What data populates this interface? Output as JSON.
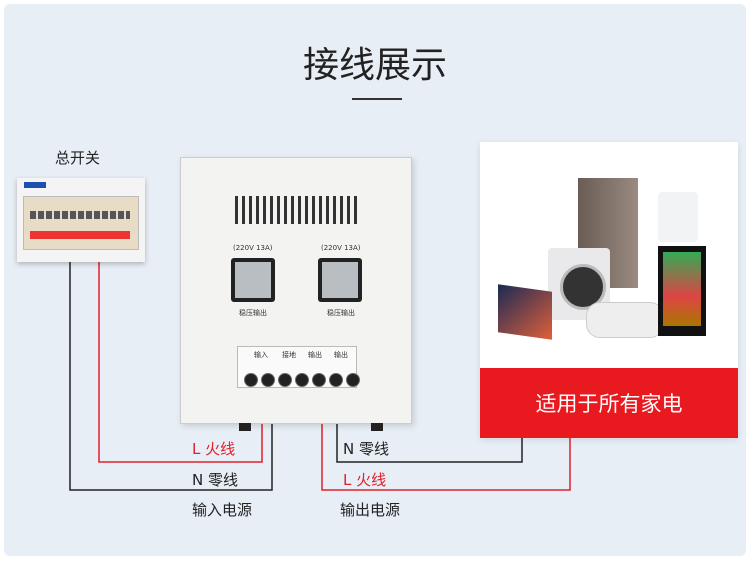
{
  "title": "接线展示",
  "main_switch_label": "总开关",
  "sockets": [
    {
      "rating": "(220V  13A)",
      "label": "稳压输出"
    },
    {
      "rating": "(220V  13A)",
      "label": "稳压输出"
    }
  ],
  "terminals": [
    "输入",
    "接地",
    "输出",
    "输出"
  ],
  "input_wires": {
    "live": "L 火线",
    "neutral": "N 零线",
    "caption": "输入电源"
  },
  "output_wires": {
    "neutral": "N 零线",
    "live": "L 火线",
    "caption": "输出电源"
  },
  "appliances_banner": "适用于所有家电",
  "colors": {
    "live": "#e0202a",
    "neutral": "#222222",
    "banner": "#e8191f"
  }
}
